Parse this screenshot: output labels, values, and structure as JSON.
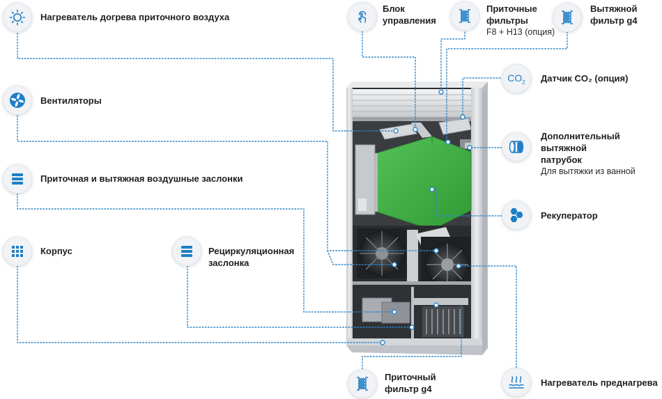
{
  "colors": {
    "icon_blue": "#1f7fc6",
    "leader_blue": "#2f86c9",
    "recuperator_green": "#43b245",
    "casing_gray": "#d9dcdf",
    "interior_dark": "#2b2d30"
  },
  "callouts": {
    "reheater": {
      "icon": "sun-icon",
      "label": "Нагреватель догрева приточного воздуха"
    },
    "fans": {
      "icon": "fan-icon",
      "label": "Вентиляторы"
    },
    "dampers": {
      "icon": "damper-icon",
      "label": "Приточная и вытяжная воздушные заслонки"
    },
    "housing": {
      "icon": "grid-icon",
      "label": "Корпус"
    },
    "recirculation": {
      "icon": "damper-icon",
      "line1": "Рециркуляционная",
      "line2": "заслонка"
    },
    "control": {
      "icon": "touch-icon",
      "line1": "Блок",
      "line2": "управления"
    },
    "supply_filters": {
      "icon": "filter-icon",
      "line1": "Приточные",
      "line2": "фильтры",
      "sub": "F8 + H13 (опция)"
    },
    "exhaust_filter": {
      "icon": "filter-icon",
      "line1": "Вытяжной",
      "line2": "фильтр g4"
    },
    "co2": {
      "icon": "co2-icon",
      "label": "Датчик CO₂ (опция)",
      "icon_text": "CO",
      "icon_sub": "2"
    },
    "extra_exhaust": {
      "icon": "pipe-icon",
      "line1": "Дополнительный",
      "line2": "вытяжной",
      "line3": "патрубок",
      "sub": "Для вытяжки из ванной"
    },
    "recuperator": {
      "icon": "hexagon-icon",
      "label": "Рекуператор"
    },
    "supply_filter_g4": {
      "icon": "filter-icon",
      "line1": "Приточный",
      "line2": "фильтр g4"
    },
    "preheater": {
      "icon": "heater-icon",
      "label": "Нагреватель преднагрева"
    }
  }
}
